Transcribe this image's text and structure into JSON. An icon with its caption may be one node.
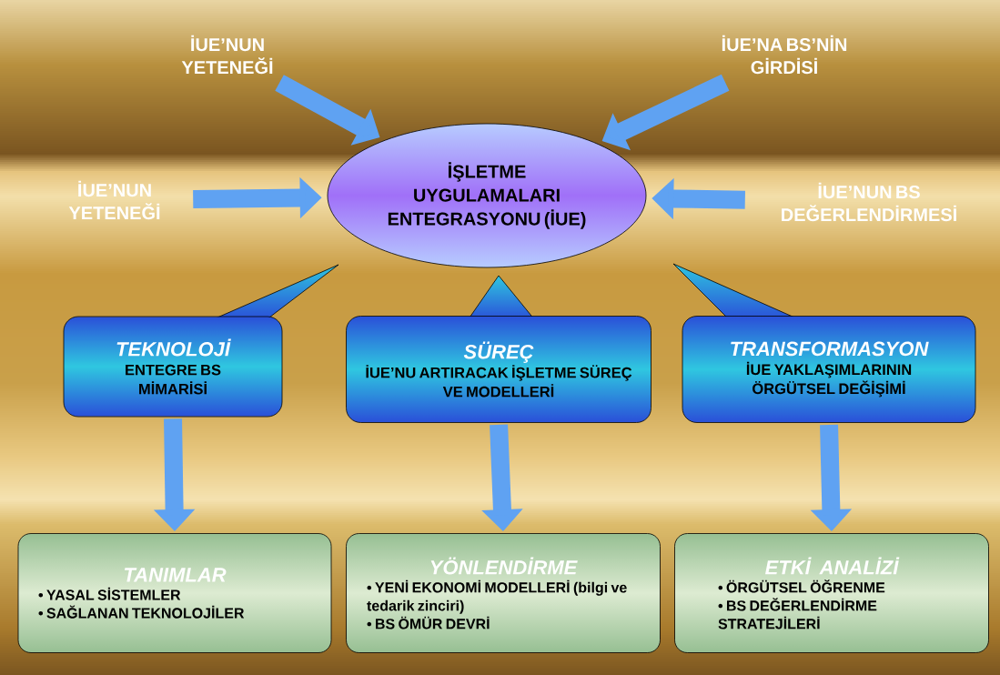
{
  "diagram": {
    "nodes": [
      {
        "text": [
          "İUE’NUN YETENEĞİ"
        ]
      },
      {
        "text": [
          "İUE’NA BS’NİN GİRDİSİ"
        ]
      },
      {
        "text": [
          "İUE’NUN YETENEĞİ"
        ]
      },
      {
        "text": [
          "İŞLETME UYGULAMALARI ENTEGRASYONU (İUE)"
        ]
      },
      {
        "text": [
          "İUE’NUN BS DEĞERLENDİRMESİ"
        ]
      },
      {
        "text": [
          "TEKNOLOJİ",
          "ENTEGRE BS MİMARİSİ"
        ]
      },
      {
        "text": [
          "SÜREÇ",
          "İUE’NU ARTIRACAK İŞLETME SÜREÇ VE MODELLERİ"
        ]
      },
      {
        "text": [
          "TRANSFORMASYON",
          "İUE YAKLAŞIMLARININ ÖRGÜTSEL DEĞİŞİMİ"
        ]
      },
      {
        "text": [
          "TANIMLAR",
          "• YASAL SİSTEMLER",
          "• SAĞLANAN TEKNOLOJİLER"
        ]
      },
      {
        "text": [
          "YÖNLENDİRME",
          "• YENİ EKONOMİ MODELLERİ (bilgi ve tedarik zinciri)",
          "• BS ÖMÜR DEVRİ"
        ]
      },
      {
        "text": [
          "ETKİ ANALİZİ",
          "• ÖRGÜTSEL ÖĞRENME",
          "• BS DEĞERLENDİRME STRATEJİLERİ"
        ]
      }
    ],
    "edges": [
      {
        "from": 0,
        "to": 3,
        "arrow": "to"
      },
      {
        "from": 1,
        "to": 3,
        "arrow": "to"
      },
      {
        "from": 2,
        "to": 3,
        "arrow": "to"
      },
      {
        "from": 4,
        "to": 3,
        "arrow": "to"
      },
      {
        "from": 5,
        "to": 8,
        "arrow": "to"
      },
      {
        "from": 6,
        "to": 9,
        "arrow": "to"
      },
      {
        "from": 7,
        "to": 10,
        "arrow": "to"
      }
    ]
  }
}
